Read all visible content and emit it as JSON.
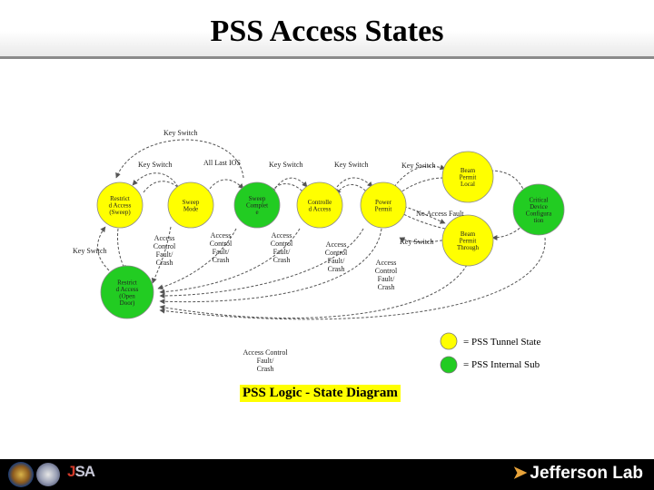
{
  "header": {
    "title": "PSS Access States"
  },
  "colors": {
    "tunnel_state": "#ffff00",
    "internal_sub": "#22cc22",
    "edge": "#555555"
  },
  "nodes": [
    {
      "id": "restrict-sweep",
      "lines": [
        "Restrict",
        "d Access",
        "(Sweep)"
      ],
      "color": "tunnel_state"
    },
    {
      "id": "sweep-mode",
      "lines": [
        "Sweep",
        "Mode"
      ],
      "color": "tunnel_state"
    },
    {
      "id": "sweep-complete",
      "lines": [
        "Sweep",
        "Complet",
        "e"
      ],
      "color": "internal_sub"
    },
    {
      "id": "controlled-access",
      "lines": [
        "Controlle",
        "d Access"
      ],
      "color": "tunnel_state"
    },
    {
      "id": "power-permit",
      "lines": [
        "Power",
        "Permit"
      ],
      "color": "tunnel_state"
    },
    {
      "id": "beam-permit-local",
      "lines": [
        "Beam",
        "Permit",
        "Local"
      ],
      "color": "tunnel_state"
    },
    {
      "id": "critical-device",
      "lines": [
        "Critical",
        "Device",
        "Configura",
        "tion"
      ],
      "color": "internal_sub"
    },
    {
      "id": "permit-through",
      "lines": [
        "Beam",
        "Permit",
        "Through"
      ],
      "color": "tunnel_state"
    },
    {
      "id": "restrict-open",
      "lines": [
        "Restrict",
        "d Access",
        "(Open",
        "Door)"
      ],
      "color": "internal_sub"
    }
  ],
  "edge_labels": {
    "top_key_switch": "Key Switch",
    "ks1": "Key Switch",
    "all_last_ios": "All Last IOS",
    "ks2": "Key Switch",
    "ks3": "Key Switch",
    "ks4": "Key Switch",
    "no_access_fault": "No Access Fault",
    "ks5": "Key Switch",
    "ks_left": "Key Switch",
    "acf1": [
      "Access",
      "Control",
      "Fault/",
      "Crash"
    ],
    "acf2": [
      "Access",
      "Control",
      "Fault/",
      "Crash"
    ],
    "acf3": [
      "Access",
      "Control",
      "Fault/",
      "Crash"
    ],
    "acf4": [
      "Access",
      "Control",
      "Fault/",
      "Crash"
    ],
    "acf5": [
      "Access",
      "Control",
      "Fault/",
      "Crash"
    ],
    "acf_bottom": [
      "Access Control",
      "Fault/",
      "Crash"
    ]
  },
  "legend": [
    {
      "color": "tunnel_state",
      "label": "= PSS Tunnel State"
    },
    {
      "color": "internal_sub",
      "label": "= PSS Internal Sub"
    }
  ],
  "caption": "PSS Logic - State Diagram",
  "footer": {
    "logo_left": "JSA",
    "logo_right": "Jefferson Lab"
  }
}
